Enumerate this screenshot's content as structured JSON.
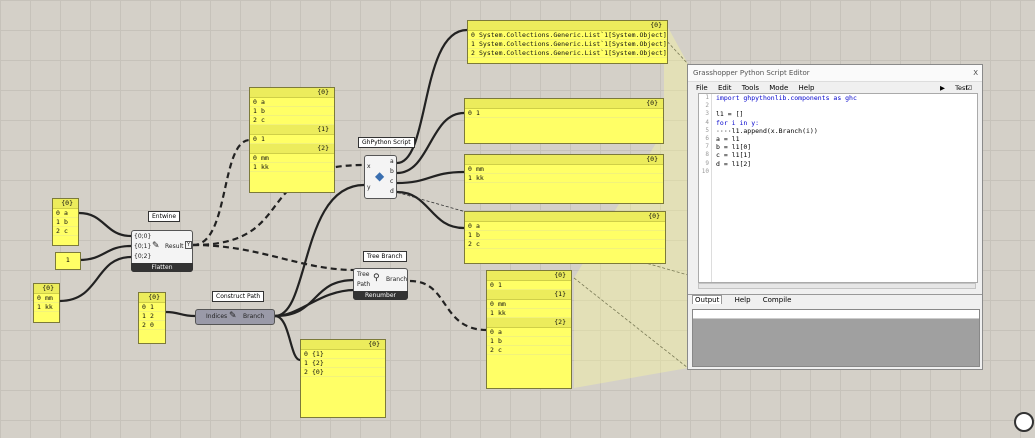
{
  "colors": {
    "panel": "#ffff66",
    "canvas": "#d4d0c8",
    "wire": "#222222"
  },
  "panels": {
    "top": {
      "header": "{0}",
      "rows": [
        [
          "0",
          "System.Collections.Generic.List`1[System.Object]"
        ],
        [
          "1",
          "System.Collections.Generic.List`1[System.Object]"
        ],
        [
          "2",
          "System.Collections.Generic.List`1[System.Object]"
        ]
      ]
    },
    "out_b": {
      "header": "{0}",
      "rows": [
        [
          "0",
          "1"
        ]
      ]
    },
    "out_c": {
      "header": "{0}",
      "rows": [
        [
          "0",
          "mm"
        ],
        [
          "1",
          "kk"
        ]
      ]
    },
    "out_d": {
      "header": "{0}",
      "rows": [
        [
          "0",
          "a"
        ],
        [
          "1",
          "b"
        ],
        [
          "2",
          "c"
        ]
      ]
    },
    "mid": {
      "h0": "{0}",
      "r0": [
        [
          "0",
          "a"
        ],
        [
          "1",
          "b"
        ],
        [
          "2",
          "c"
        ]
      ],
      "h1": "{1}",
      "r1": [
        [
          "0",
          "1"
        ]
      ],
      "h2": "{2}",
      "r2": [
        [
          "0",
          "mm"
        ],
        [
          "1",
          "kk"
        ]
      ]
    },
    "right": {
      "h0": "{0}",
      "r0": [
        [
          "0",
          "1"
        ]
      ],
      "h1": "{1}",
      "r1": [
        [
          "0",
          "mm"
        ],
        [
          "1",
          "kk"
        ]
      ],
      "h2": "{2}",
      "r2": [
        [
          "0",
          "a"
        ],
        [
          "1",
          "b"
        ],
        [
          "2",
          "c"
        ]
      ]
    },
    "in_a": {
      "header": "{0}",
      "rows": [
        [
          "0",
          "a"
        ],
        [
          "1",
          "b"
        ],
        [
          "2",
          "c"
        ]
      ]
    },
    "in_num": {
      "value": "1"
    },
    "in_c": {
      "header": "{0}",
      "rows": [
        [
          "0",
          "mm"
        ],
        [
          "1",
          "kk"
        ]
      ]
    },
    "ctrl": {
      "header": "{0}",
      "rows": [
        [
          "0",
          "1"
        ],
        [
          "1",
          "2"
        ],
        [
          "2",
          "0"
        ]
      ]
    },
    "bottom": {
      "header": "{0}",
      "rows": [
        [
          "0",
          "{1}"
        ],
        [
          "1",
          "{2}"
        ],
        [
          "2",
          "{0}"
        ]
      ]
    }
  },
  "components": {
    "entwine": {
      "bubble": "Entwine",
      "inputs": [
        "{0;0}",
        "{0;1}",
        "{0;2}"
      ],
      "output": "Result",
      "footer": "Flatten"
    },
    "ghpython": {
      "bubble": "GhPython Script",
      "inputs": [
        "x",
        "y"
      ],
      "outputs": [
        "a",
        "b",
        "c",
        "d"
      ]
    },
    "treebranch": {
      "bubble": "Tree Branch",
      "inputs": [
        "Tree",
        "Path"
      ],
      "output": "Branch",
      "footer": "Renumber"
    },
    "constructpath": {
      "bubble": "Construct Path",
      "input": "Indices",
      "output": "Branch"
    }
  },
  "editor": {
    "title": "Grasshopper Python Script Editor",
    "close": "X",
    "menu": [
      "File",
      "Edit",
      "Tools",
      "Mode",
      "Help"
    ],
    "test": "Test",
    "ok": "OK",
    "line_numbers": [
      "1",
      "2",
      "3",
      "4",
      "5",
      "6",
      "7",
      "8",
      "9",
      "10"
    ],
    "code": [
      "import ghpythonlib.components as ghc",
      "",
      "l1 = []",
      "for i in y:",
      "····l1.append(x.Branch(i))",
      "a = l1",
      "b = l1[0]",
      "c = l1[1]",
      "d = l1[2]",
      ""
    ],
    "tabs": [
      "Output",
      "Help",
      "Compile"
    ]
  }
}
